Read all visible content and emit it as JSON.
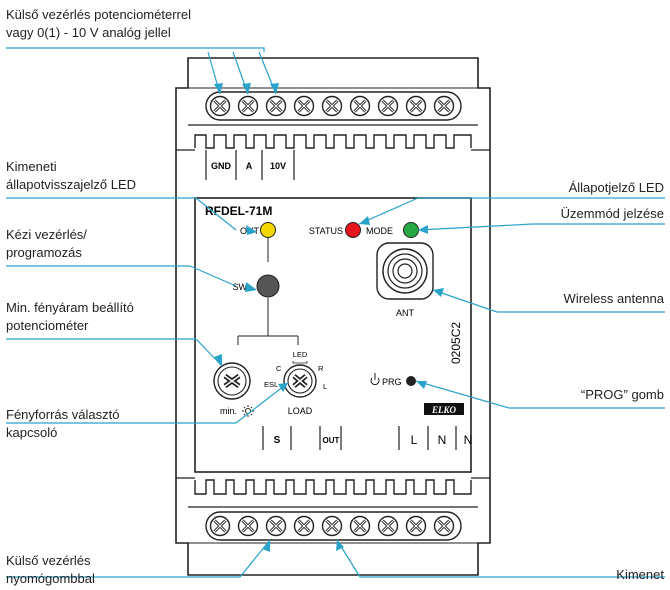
{
  "callouts": {
    "top_control": [
      "Külső vezérlés potenciométerrel",
      "vagy 0(1) - 10 V analóg jellel"
    ],
    "out_led": [
      "Kimeneti",
      "állapotvisszajelző LED"
    ],
    "manual": [
      "Kézi vezérlés/",
      "programozás"
    ],
    "min_pot": [
      "Min. fényáram beállító",
      "potenciométer"
    ],
    "load_switch": [
      "Fényforrás választó",
      "kapcsoló"
    ],
    "push_button": [
      "Külső vezérlés",
      "nyomógombbal"
    ],
    "status_led": "Állapotjelző LED",
    "mode_led": "Üzemmód jelzése",
    "antenna": "Wireless  antenna",
    "prog_button": "“PROG” gomb",
    "output": "Kimenet"
  },
  "device": {
    "top_terminals": [
      "GND",
      "A",
      "10V"
    ],
    "model": "RFDEL-71M",
    "out_label": "OUT",
    "status_label": "STATUS",
    "mode_label": "MODE",
    "sw_label": "SW",
    "ant_label": "ANT",
    "serial": "0205C2",
    "prg_label": "PRG",
    "led_label": "LED",
    "c_label": "C",
    "r_label": "R",
    "esl_label": "ESL",
    "l_label": "L",
    "min_label": "min.",
    "load_label": "LOAD",
    "brand": "ELKO",
    "bottom_terminals": [
      "S",
      "OUT",
      "L",
      "N",
      "N"
    ]
  },
  "colors": {
    "out_led": "#f5d800",
    "status_led": "#e8141b",
    "mode_led": "#27a844",
    "sw_button": "#555555",
    "prg_button": "#222222",
    "line": "#2aa3c9"
  }
}
